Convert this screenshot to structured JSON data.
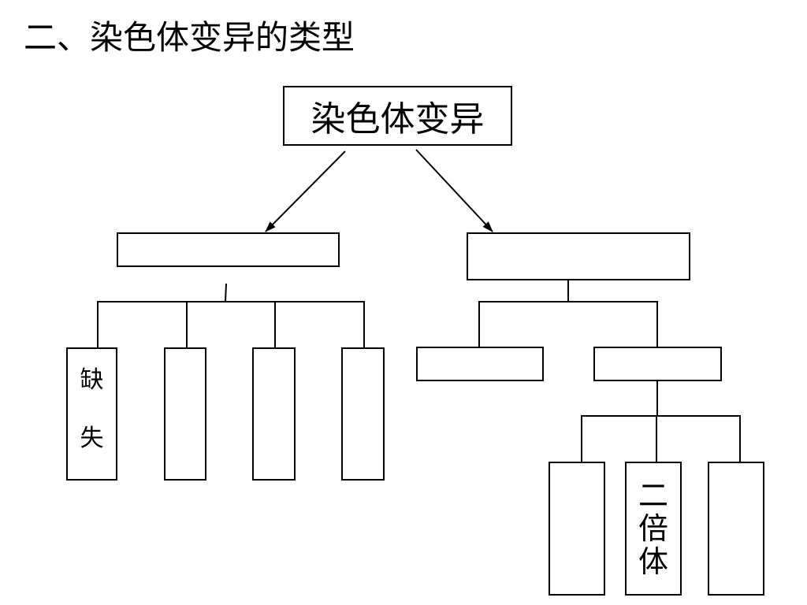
{
  "slide": {
    "title": "二、染色体变异的类型"
  },
  "diagram": {
    "root_label": "染色体变异",
    "structural_branch_label": "",
    "number_branch_label": "",
    "structural_types": [
      {
        "chars": [
          "缺",
          "失"
        ]
      },
      {
        "chars": []
      },
      {
        "chars": []
      },
      {
        "chars": []
      }
    ],
    "number_types": [
      {
        "label": ""
      },
      {
        "label": ""
      }
    ],
    "set_types": [
      {
        "chars": []
      },
      {
        "chars": [
          "二",
          "倍",
          "体"
        ]
      },
      {
        "chars": []
      }
    ]
  }
}
